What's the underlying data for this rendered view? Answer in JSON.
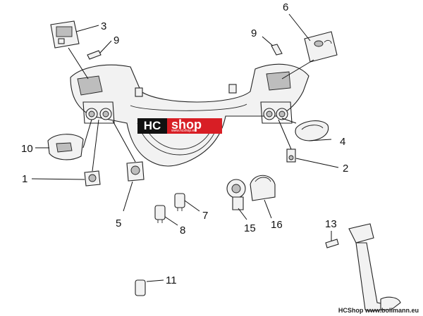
{
  "parts": [
    {
      "id": "1",
      "label": "1"
    },
    {
      "id": "2",
      "label": "2"
    },
    {
      "id": "3",
      "label": "3"
    },
    {
      "id": "4",
      "label": "4"
    },
    {
      "id": "5",
      "label": "5"
    },
    {
      "id": "6",
      "label": "6"
    },
    {
      "id": "7",
      "label": "7"
    },
    {
      "id": "8",
      "label": "8"
    },
    {
      "id": "9a",
      "label": "9"
    },
    {
      "id": "9b",
      "label": "9"
    },
    {
      "id": "10",
      "label": "10"
    },
    {
      "id": "11",
      "label": "11"
    },
    {
      "id": "13",
      "label": "13"
    },
    {
      "id": "15",
      "label": "15"
    },
    {
      "id": "16",
      "label": "16"
    }
  ],
  "watermark": {
    "hc": "HC",
    "shop": "shop",
    "url": "www.hcshop.eu"
  },
  "footer": "HCShop www.bollmann.eu",
  "colors": {
    "brand_red": "#d81e25",
    "brand_black": "#111111"
  }
}
